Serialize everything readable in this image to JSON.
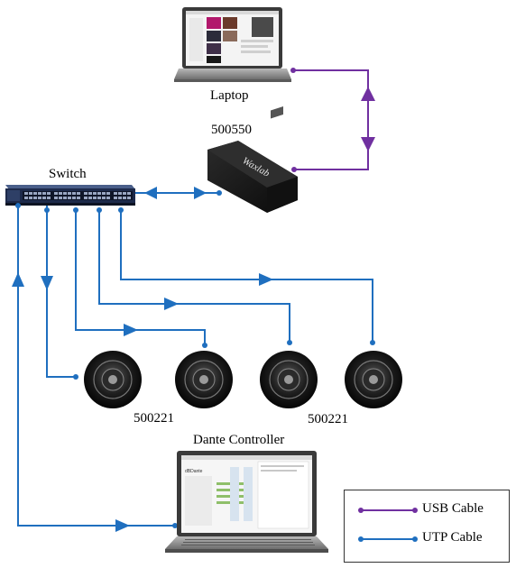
{
  "colors": {
    "usb": "#7030a0",
    "utp": "#1f6fbf",
    "device_dark": "#1a1a1a",
    "laptop_silver": "#9a9a9a"
  },
  "icons": [
    "laptop-icon",
    "usb-adapter-icon",
    "network-switch-icon",
    "ceiling-speaker-icon"
  ],
  "labels": {
    "laptop": "Laptop",
    "adapter": "500550",
    "adapter_logo": "Waxlab",
    "switch": "Switch",
    "speaker_group_left": "500221",
    "speaker_group_right": "500221",
    "controller": "Dante Controller",
    "controller_screen_title": "dBDante"
  },
  "legend": [
    {
      "label": "USB Cable",
      "color": "#7030a0"
    },
    {
      "label": "UTP Cable",
      "color": "#1f6fbf"
    }
  ]
}
